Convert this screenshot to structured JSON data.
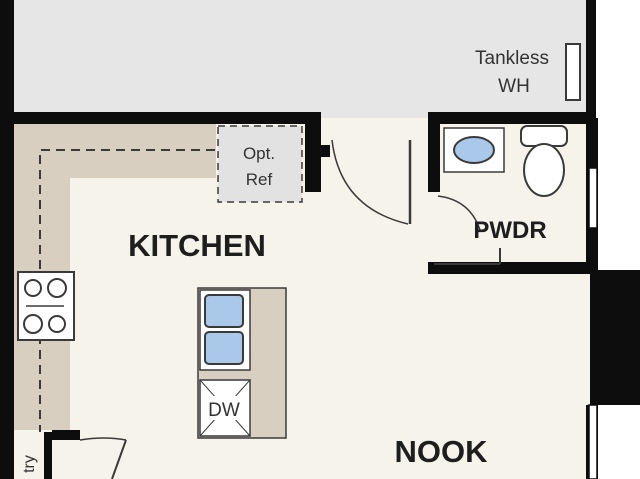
{
  "colors": {
    "wall": "#0d0d0d",
    "floor": "#f6f3ea",
    "garage_floor": "#e6e6e6",
    "counter": "#d8cfc0",
    "fixture_blue": "#a9c8ea",
    "fixture_outline": "#3a3a3a",
    "white": "#ffffff"
  },
  "labels": {
    "kitchen": "KITCHEN",
    "nook": "NOOK",
    "powder": "PWDR",
    "tankless_line1": "Tankless",
    "tankless_line2": "WH",
    "opt_ref_line1": "Opt.",
    "opt_ref_line2": "Ref",
    "dishwasher": "DW",
    "pantry_fragment": "try"
  },
  "icons": {
    "range": "cooktop-icon",
    "sink": "double-sink-icon",
    "toilet": "toilet-icon",
    "lavatory": "lavatory-sink-icon",
    "water_heater": "water-heater-icon"
  }
}
